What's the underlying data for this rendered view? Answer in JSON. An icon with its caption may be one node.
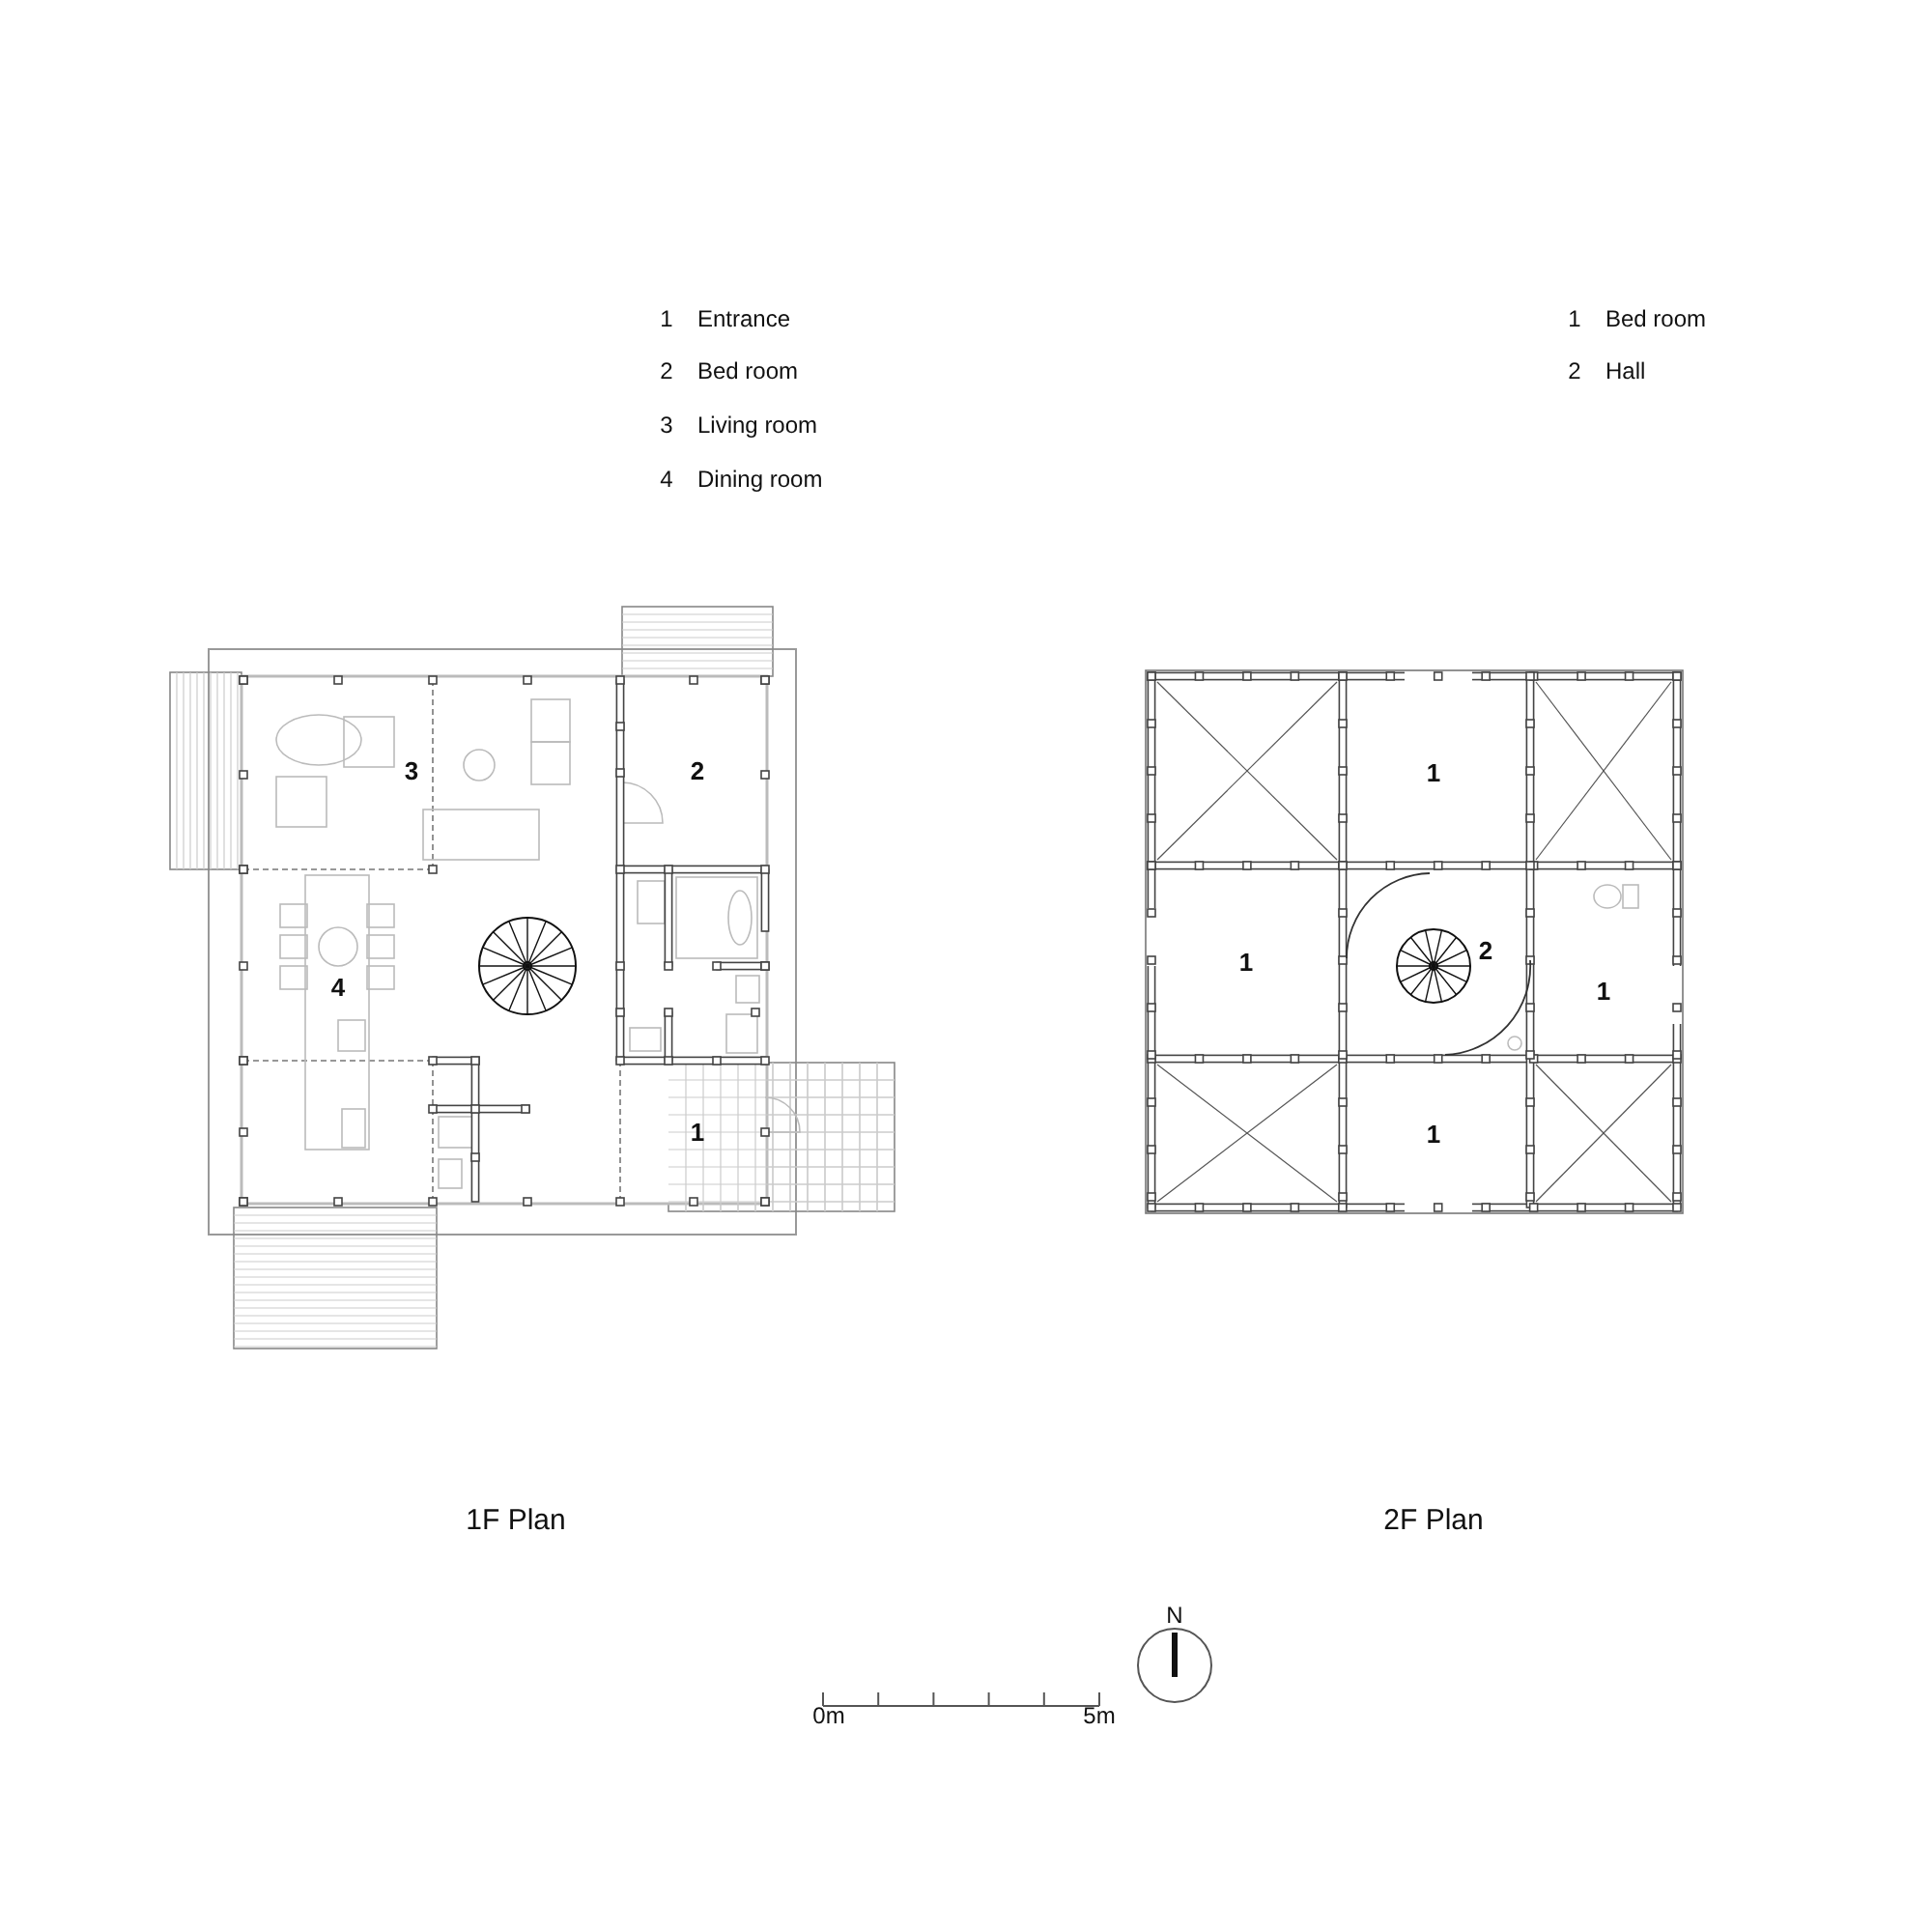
{
  "diagram": {
    "labels": [
      "1",
      "Entrance",
      "1",
      "Bed room",
      "2",
      "Bed room",
      "2",
      "Hall",
      "3",
      "Living room",
      "4",
      "Dining room",
      "3",
      "2",
      "4",
      "1",
      "1",
      "1",
      "2",
      "1",
      "1",
      "1F Plan",
      "2F Plan",
      "N",
      "0m",
      "5m"
    ]
  }
}
